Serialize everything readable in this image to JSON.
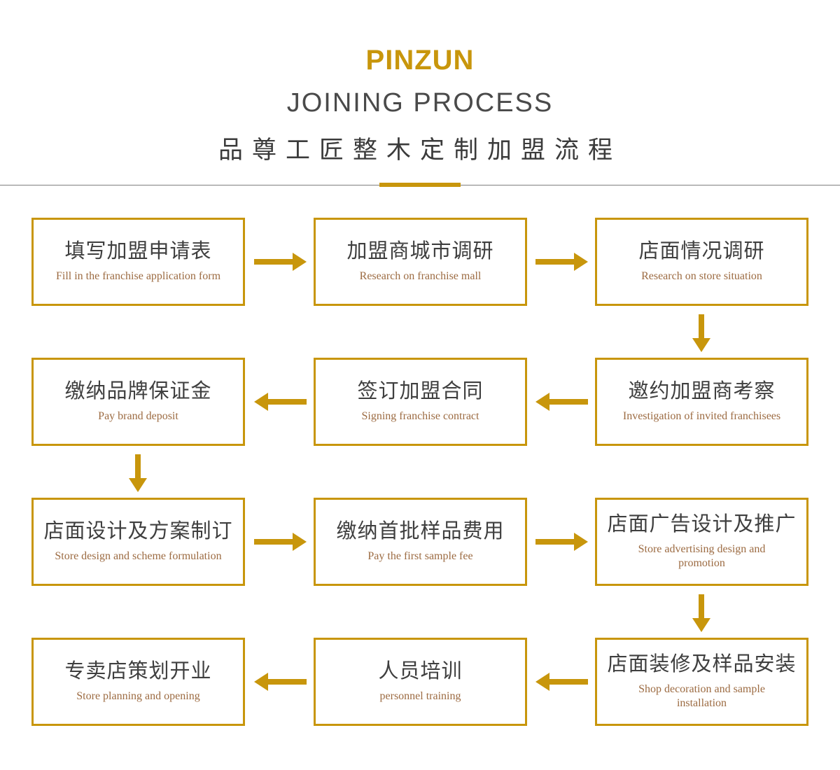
{
  "header": {
    "brand": "PINZUN",
    "subtitle": "JOINING PROCESS",
    "title_zh": "品尊工匠整木定制加盟流程"
  },
  "colors": {
    "gold": "#C8960C",
    "heading_dark": "#3B3B3B",
    "subtitle_gray": "#4A4A4A",
    "english_text": "#9C6B42",
    "divider_line": "#7F7F7F"
  },
  "steps": [
    {
      "zh": "填写加盟申请表",
      "en": "Fill in the franchise application form"
    },
    {
      "zh": "加盟商城市调研",
      "en": "Research on franchise mall"
    },
    {
      "zh": "店面情况调研",
      "en": "Research on store situation"
    },
    {
      "zh": "邀约加盟商考察",
      "en": "Investigation of invited franchisees"
    },
    {
      "zh": "签订加盟合同",
      "en": "Signing franchise contract"
    },
    {
      "zh": "缴纳品牌保证金",
      "en": "Pay brand deposit"
    },
    {
      "zh": "店面设计及方案制订",
      "en": "Store design and scheme formulation"
    },
    {
      "zh": "缴纳首批样品费用",
      "en": "Pay the first sample fee"
    },
    {
      "zh": "店面广告设计及推广",
      "en": "Store advertising design and promotion"
    },
    {
      "zh": "店面装修及样品安装",
      "en": "Shop decoration and sample installation"
    },
    {
      "zh": "人员培训",
      "en": "personnel training"
    },
    {
      "zh": "专卖店策划开业",
      "en": "Store planning and opening"
    }
  ]
}
